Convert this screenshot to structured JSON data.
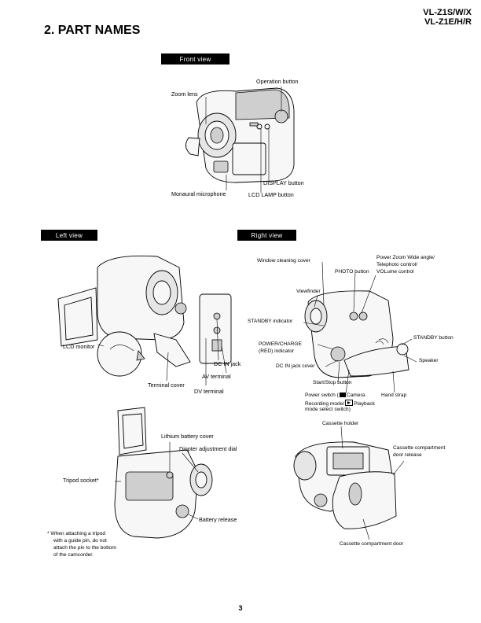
{
  "header": {
    "model_line1": "VL-Z1S/W/X",
    "model_line2": "VL-Z1E/H/R",
    "section_title": "2. PART NAMES"
  },
  "front_view": {
    "tag": "Front view",
    "labels": {
      "operation_button": "Operation button",
      "zoom_lens": "Zoom lens",
      "display_button": "DISPLAY button",
      "monaural_microphone": "Monaural microphone",
      "lcd_lamp_button": "LCD LAMP button"
    }
  },
  "left_view": {
    "tag": "Left view",
    "labels": {
      "lcd_monitor": "LCD monitor",
      "dc_in_jack": "DC IN jack",
      "av_terminal": "AV terminal",
      "terminal_cover": "Terminal cover",
      "dv_terminal": "DV terminal"
    }
  },
  "right_view": {
    "tag": "Right view",
    "labels": {
      "window_cleaning_cover": "Window cleaning cover",
      "power_zoom_1": "Power Zoom Wide angle/",
      "power_zoom_2": "Telephoto control/",
      "power_zoom_3": "VOLume control",
      "photo_button": "PHOTO button",
      "viewfinder": "Viewfinder",
      "standby_indicator": "STANDBY indicator",
      "standby_button": "STANDBY button",
      "power_charge_1": "POWER/CHARGE",
      "power_charge_2": "(RED) indicator",
      "speaker": "Speaker",
      "dc_in_jack_cover": "DC IN jack cover",
      "start_stop_button": "Start/Stop button",
      "power_switch_1": "Power switch (",
      "power_switch_camera": "Camera",
      "recording_mode": "Recording mode/",
      "playback": "Playback",
      "mode_select": "mode select switch)",
      "hand_strap": "Hand strap"
    }
  },
  "bottom_view": {
    "labels": {
      "lithium_battery_cover": "Lithium battery cover",
      "diopter_adjustment_dial": "Diopter adjustment dial",
      "tripod_socket": "Tripod socket*",
      "battery_release": "Battery release",
      "note_1": "* When attaching a tripod",
      "note_2": "with a guide pin, do not",
      "note_3": "attach the pin to the bottom",
      "note_4": "of the camcorder."
    }
  },
  "cassette_view": {
    "labels": {
      "cassette_holder": "Cassette holder",
      "compartment_release_1": "Cassette compartment",
      "compartment_release_2": "door release",
      "compartment_door": "Cassette compartment door"
    }
  },
  "footer": {
    "page_number": "3"
  }
}
